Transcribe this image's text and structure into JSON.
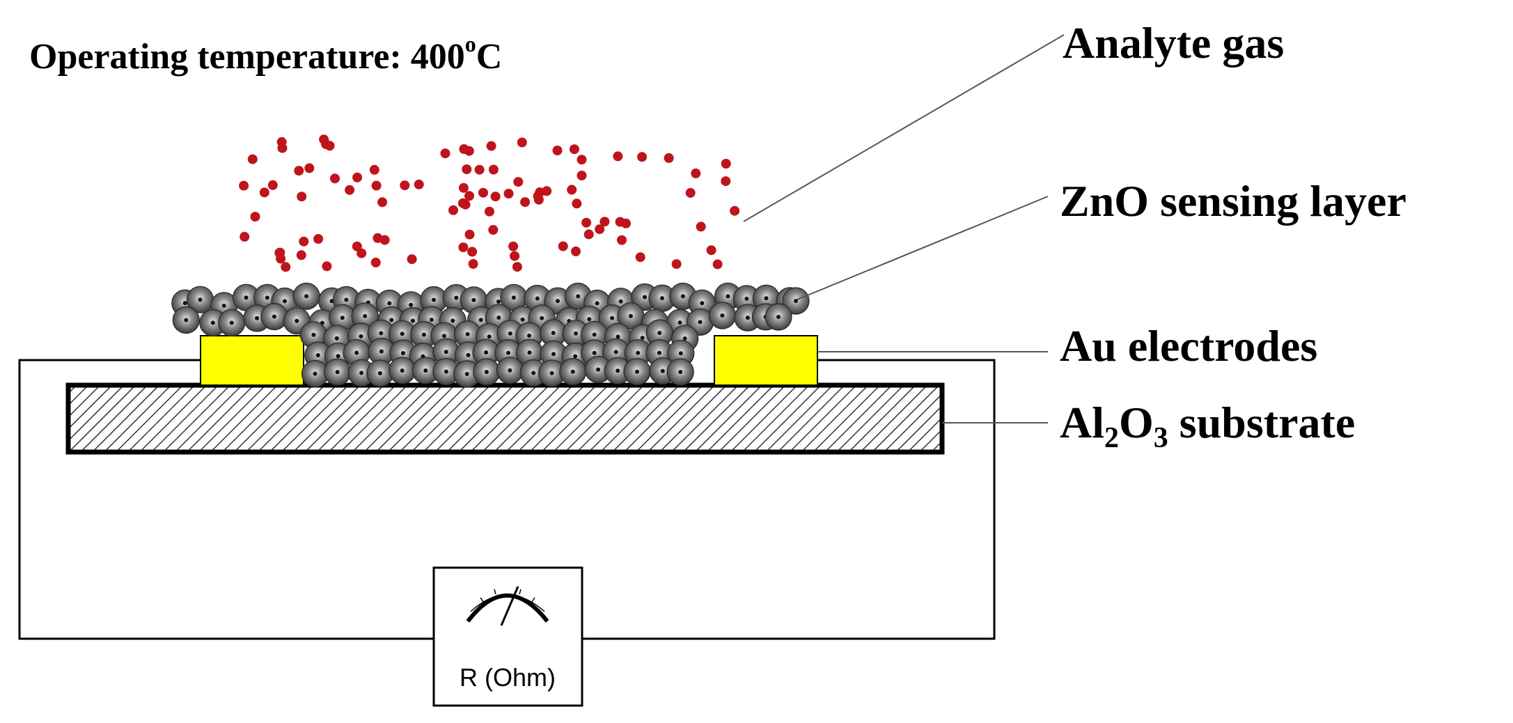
{
  "diagram": {
    "operating_temperature": {
      "prefix": "Operating temperature: 400",
      "degree": "o",
      "unit": "C"
    },
    "labels": {
      "analyte_gas": "Analyte gas",
      "zno_layer": "ZnO sensing layer",
      "au_electrodes": "Au electrodes",
      "substrate": {
        "al": "Al",
        "sub2": "2",
        "o": "O",
        "sub3": "3",
        "rest": " substrate"
      }
    },
    "meter": {
      "label": "R (Ohm)"
    },
    "colors": {
      "gas_particle": "#c0141c",
      "electrode": "#ffff00",
      "zno_particle": "#555555",
      "outline": "#000000"
    }
  }
}
